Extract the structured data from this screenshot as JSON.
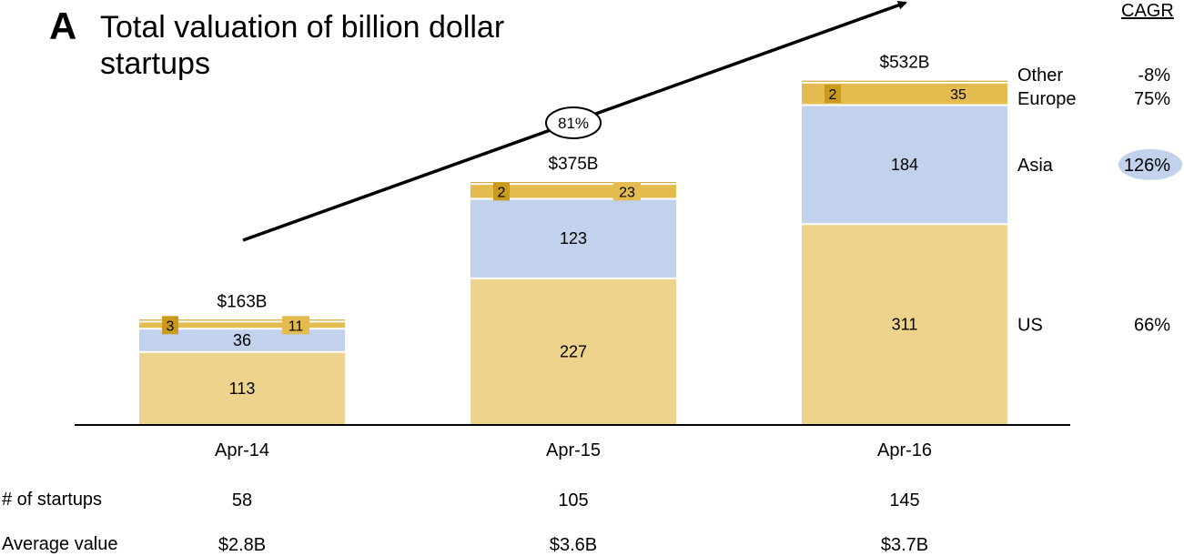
{
  "panel_letter": "A",
  "title": "Total valuation of billion dollar startups",
  "cagr_header": "CAGR",
  "growth_label": "81%",
  "colors": {
    "us": "#EED38C",
    "asia": "#C2D1EC",
    "europe": "#E3BB4E",
    "other": "#C99A1E",
    "highlight": "#C2D1EC",
    "axis": "#000000"
  },
  "chart_data": {
    "type": "bar",
    "stacked": true,
    "title": "Total valuation of billion dollar startups",
    "xlabel": "",
    "ylabel": "",
    "categories": [
      "Apr-14",
      "Apr-15",
      "Apr-16"
    ],
    "series": [
      {
        "name": "US",
        "values": [
          113,
          227,
          311
        ],
        "cagr": "66%"
      },
      {
        "name": "Asia",
        "values": [
          36,
          123,
          184
        ],
        "cagr": "126%",
        "cagr_highlighted": true
      },
      {
        "name": "Europe",
        "values": [
          11,
          23,
          35
        ],
        "cagr": "75%"
      },
      {
        "name": "Other",
        "values": [
          3,
          2,
          2
        ],
        "cagr": "-8%"
      }
    ],
    "totals": [
      "$163B",
      "$375B",
      "$532B"
    ],
    "ylim": [
      0,
      540
    ],
    "grid": false,
    "legend": "right of last bar"
  },
  "table_rows": [
    {
      "label": "# of startups",
      "values": [
        "58",
        "105",
        "145"
      ]
    },
    {
      "label": "Average value",
      "values": [
        "$2.8B",
        "$3.6B",
        "$3.7B"
      ]
    }
  ]
}
